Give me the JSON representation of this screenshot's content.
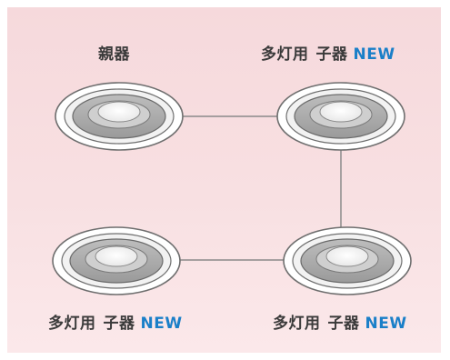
{
  "diagram": {
    "labels": {
      "parent": "親器",
      "child_prefix": "多灯用",
      "child_word": "子器",
      "new_badge": "NEW"
    },
    "colors": {
      "background": "#f7dde0",
      "connector": "#8a8a8a",
      "new_badge": "#1a7fc8",
      "label": "#3a3a3a"
    },
    "nodes": [
      {
        "role": "parent",
        "position": "top-left"
      },
      {
        "role": "child",
        "position": "top-right"
      },
      {
        "role": "child",
        "position": "bottom-left"
      },
      {
        "role": "child",
        "position": "bottom-right"
      }
    ]
  }
}
